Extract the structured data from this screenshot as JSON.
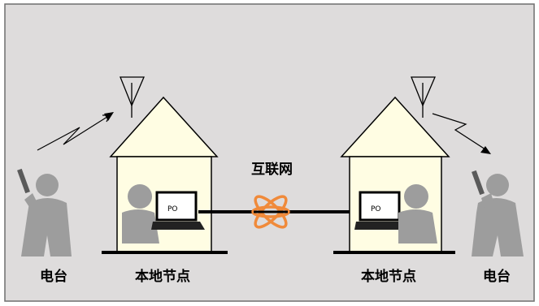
{
  "labels": {
    "left_radio": "电台",
    "left_node": "本地节点",
    "internet": "互联网",
    "right_node": "本地节点",
    "right_radio": "电台"
  },
  "colors": {
    "background": "#dedcdc",
    "frame": "#6f6f6f",
    "house_wall": "#fffde3",
    "outline": "#000000",
    "person": "#9d9d9d",
    "laptop_screen": "#ffffff",
    "internet_symbol": "#f08a3a",
    "ground_line": "#000000"
  },
  "icons": {
    "antenna": "antenna-icon",
    "radio_wave": "lightning-signal-icon",
    "internet": "atom-network-icon",
    "laptop": "laptop-icon",
    "operator": "person-icon",
    "radio_user": "person-with-radio-icon"
  }
}
